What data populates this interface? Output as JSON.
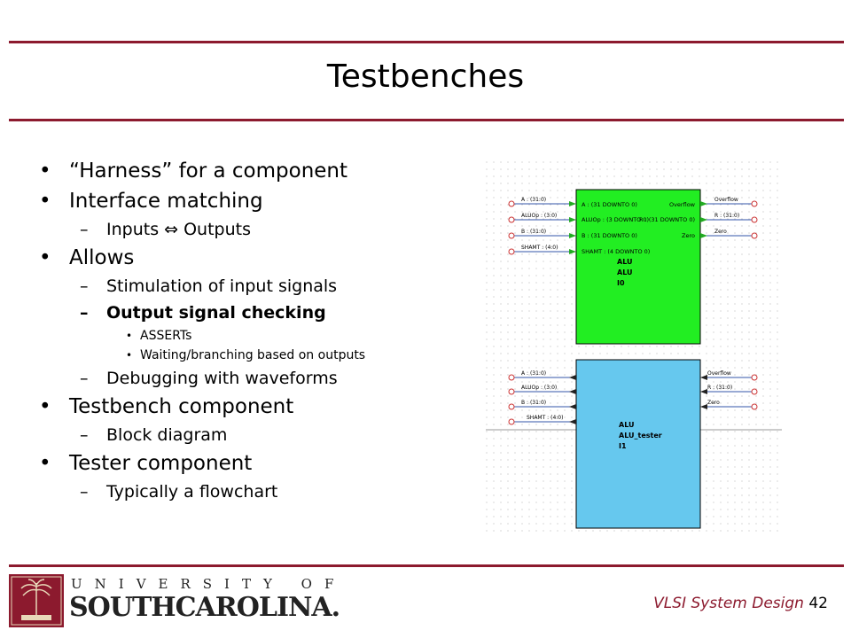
{
  "slide": {
    "title": "Testbenches",
    "bullets": [
      {
        "text": "“Harness” for a component",
        "marker": "•"
      },
      {
        "text": "Interface matching",
        "marker": "•",
        "children": [
          {
            "text": "Inputs ⇔ Outputs",
            "marker": "–"
          }
        ]
      },
      {
        "text": "Allows",
        "marker": "•",
        "children": [
          {
            "text": "Stimulation of input signals",
            "marker": "–"
          },
          {
            "text": "Output signal checking",
            "marker": "–",
            "bold": true,
            "children": [
              {
                "text": "ASSERTs",
                "marker": "•"
              },
              {
                "text": "Waiting/branching based on outputs",
                "marker": "•"
              }
            ]
          },
          {
            "text": "Debugging with waveforms",
            "marker": "–"
          }
        ]
      },
      {
        "text": "Testbench component",
        "marker": "•",
        "children": [
          {
            "text": "Block diagram",
            "marker": "–"
          }
        ]
      },
      {
        "text": "Tester component",
        "marker": "•",
        "children": [
          {
            "text": "Typically a flowchart",
            "marker": "–"
          }
        ]
      }
    ]
  },
  "diagram": {
    "alu": {
      "ports_left": [
        "A : (31 DOWNTO 0)",
        "ALUOp : (3 DOWNTO 0)",
        "B : (31 DOWNTO 0)",
        "SHAMT : (4 DOWNTO 0)"
      ],
      "ports_right": [
        "Overflow",
        "R : (31 DOWNTO 0)",
        "Zero"
      ],
      "label": [
        "ALU",
        "ALU",
        "I0"
      ],
      "color": "#22ee22"
    },
    "tester": {
      "label": [
        "ALU",
        "ALU_tester",
        "I1"
      ],
      "color": "#66c8ee"
    },
    "signals_left": [
      "A : (31:0)",
      "ALUOp : (3:0)",
      "B : (31:0)",
      "SHAMT : (4:0)"
    ],
    "signals_right": [
      "Overflow",
      "R : (31:0)",
      "Zero"
    ]
  },
  "footer": {
    "university_line1": "UNIVERSITY OF",
    "university_line2": "SOUTHCAROLINA.",
    "course": "VLSI System Design",
    "page": "42"
  },
  "colors": {
    "rule": "#8c1a2e",
    "alu_block": "#22ee22",
    "tester_block": "#66c8ee"
  }
}
